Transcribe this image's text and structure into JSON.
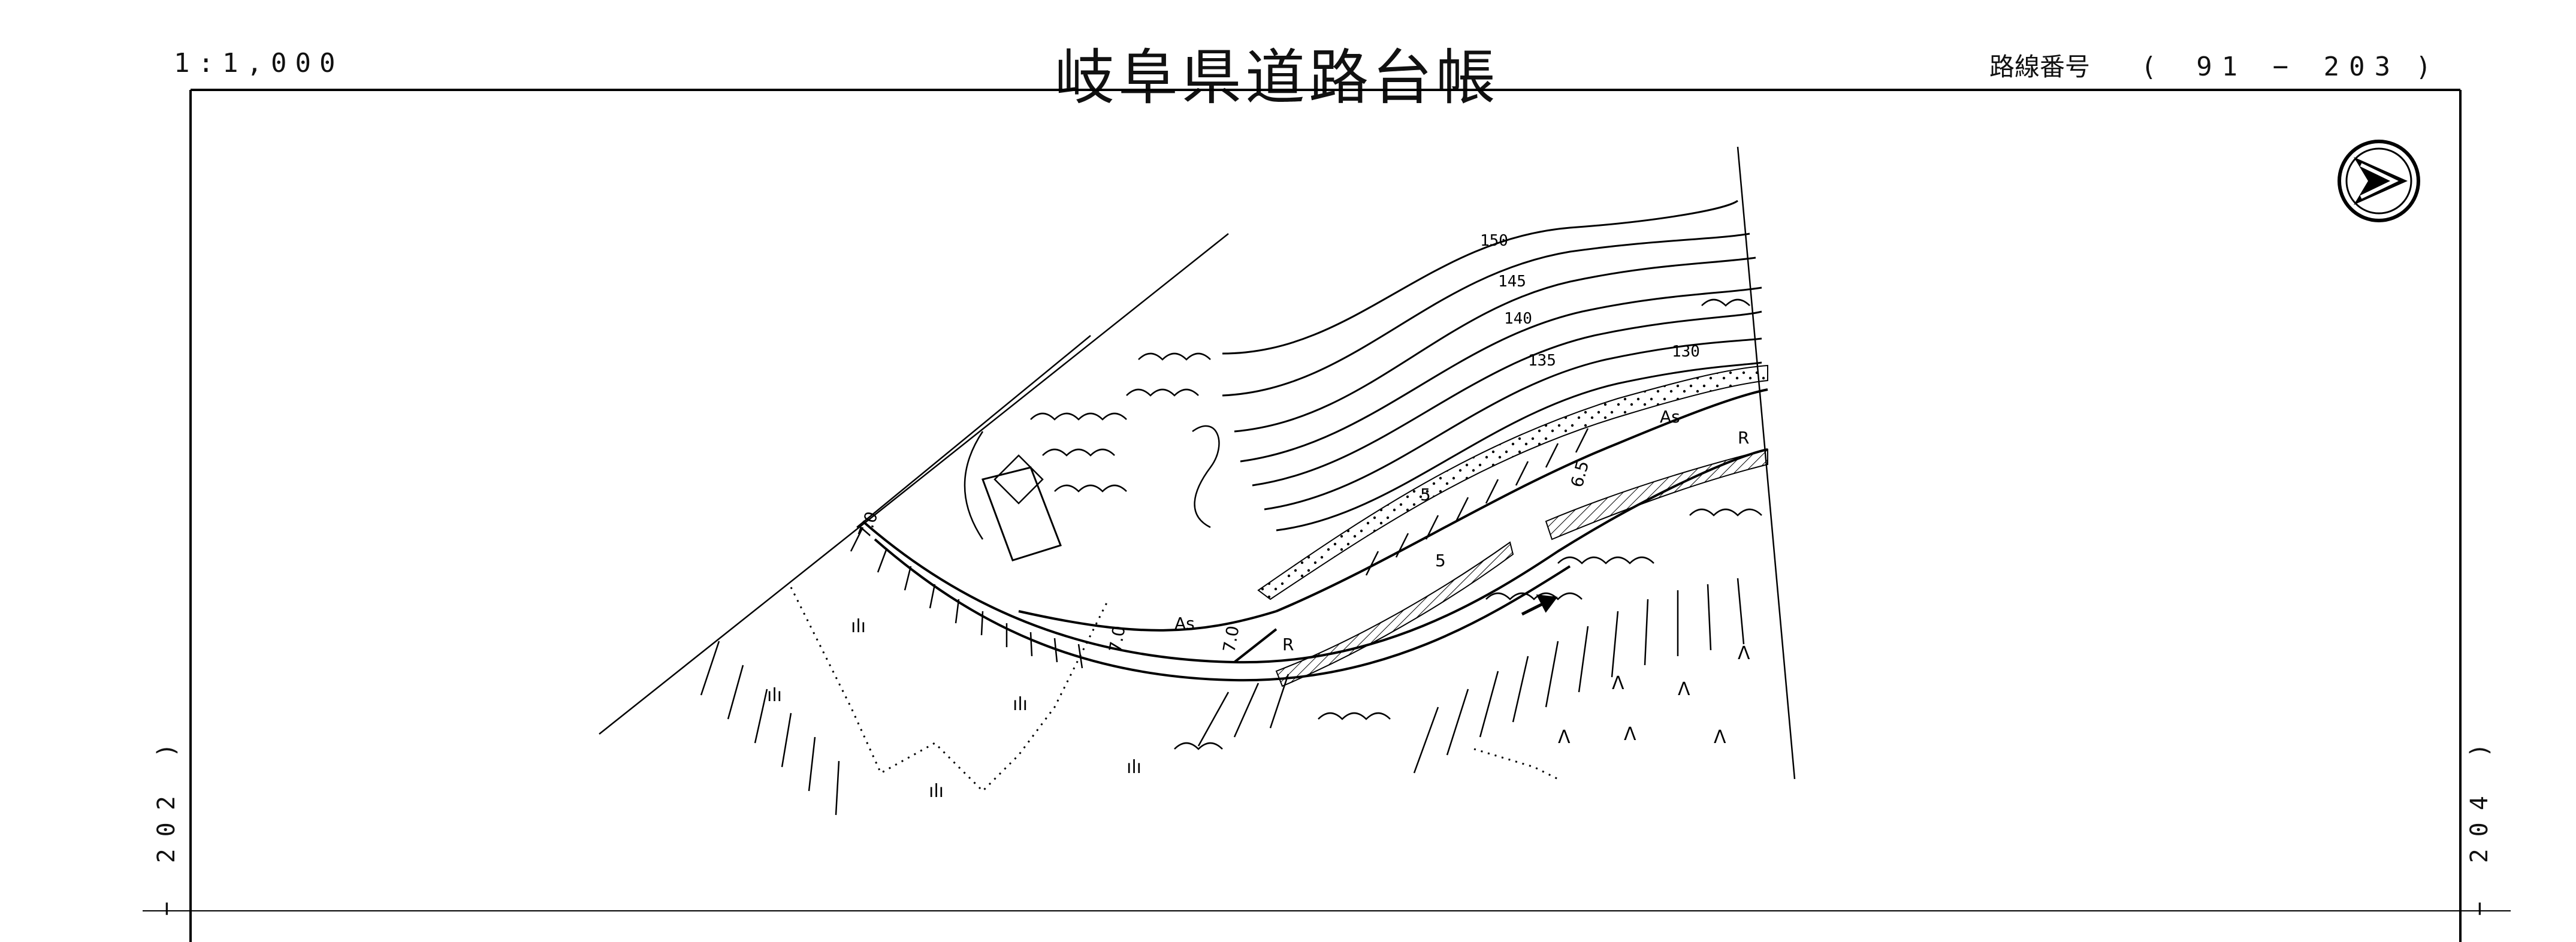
{
  "header": {
    "scale": "1:1,000",
    "title": "岐阜県道路台帳",
    "route_label": "路線番号",
    "route_open": "(",
    "route_number": "91 − 203",
    "route_close": ")"
  },
  "sheet_links": {
    "left": "− 202 )",
    "right": "− 204 )"
  },
  "map": {
    "contours": [
      "150",
      "145",
      "140",
      "135",
      "130"
    ],
    "road_surface_1": "As",
    "road_surface_2": "As",
    "width_left": "7.0",
    "width_mid": "7.0",
    "width_mid_b": "7.0",
    "width_right": "6.5",
    "lane_mark_1": "5",
    "lane_mark_2": "5",
    "rail_mark_1": "R",
    "rail_mark_2": "R",
    "north_icon": "north-arrow-icon"
  }
}
